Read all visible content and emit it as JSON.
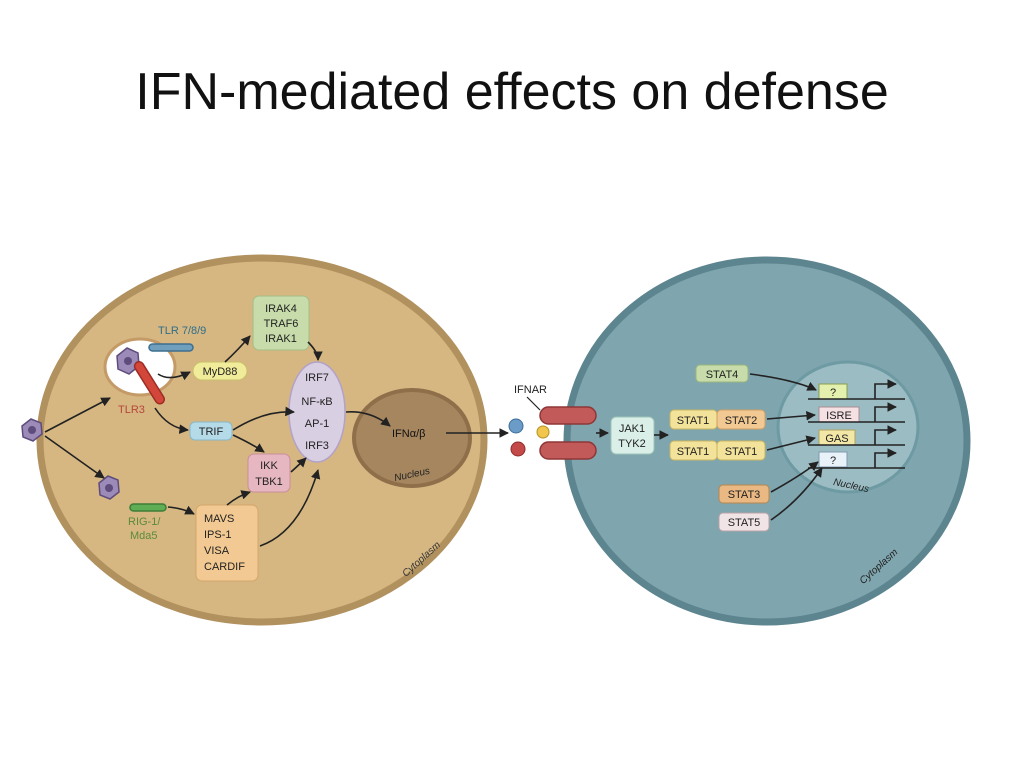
{
  "title": "IFN-mediated effects on defense",
  "colors": {
    "left_cell_fill": "#d6b782",
    "left_cell_edge": "#b1915e",
    "right_cell_fill": "#7fa5ae",
    "right_cell_edge": "#5d8590",
    "nucleus_left": "#a5865f",
    "nucleus_right": "#9bbcc3",
    "box_green": "#c7dcaa",
    "box_yellow": "#f1ec9a",
    "box_blue": "#b5dbe9",
    "box_pink": "#e6b7c1",
    "box_orange": "#f2c992",
    "box_lavender": "#d9cfe3",
    "label_red": "#b5453a",
    "label_blue": "#2f6e8a",
    "label_green": "#5c8a3c"
  },
  "left_cell": {
    "tlr789": "TLR 7/8/9",
    "tlr3": "TLR3",
    "myd88": "MyD88",
    "irak_lines": [
      "IRAK4",
      "TRAF6",
      "IRAK1"
    ],
    "trif": "TRIF",
    "ikk_lines": [
      "IKK",
      "TBK1"
    ],
    "tf_lines": [
      "IRF7",
      "NF-κB",
      "AP-1",
      "IRF3"
    ],
    "rig_lines": [
      "RIG-1/",
      "Mda5"
    ],
    "mavs_lines": [
      "MAVS",
      "IPS-1",
      "VISA",
      "CARDIF"
    ],
    "ifn": "IFNα/β",
    "nucleus": "Nucleus",
    "cytoplasm": "Cytoplasm"
  },
  "right_cell": {
    "ifnar": "IFNAR",
    "jak_lines": [
      "JAK1",
      "TYK2"
    ],
    "stat4": "STAT4",
    "stat1a": "STAT1",
    "stat2": "STAT2",
    "stat1b": "STAT1",
    "stat1c": "STAT1",
    "stat3": "STAT3",
    "stat5": "STAT5",
    "promoters": [
      "?",
      "ISRE",
      "GAS",
      "?"
    ],
    "nucleus": "Nucleus",
    "cytoplasm": "Cytoplasm"
  }
}
